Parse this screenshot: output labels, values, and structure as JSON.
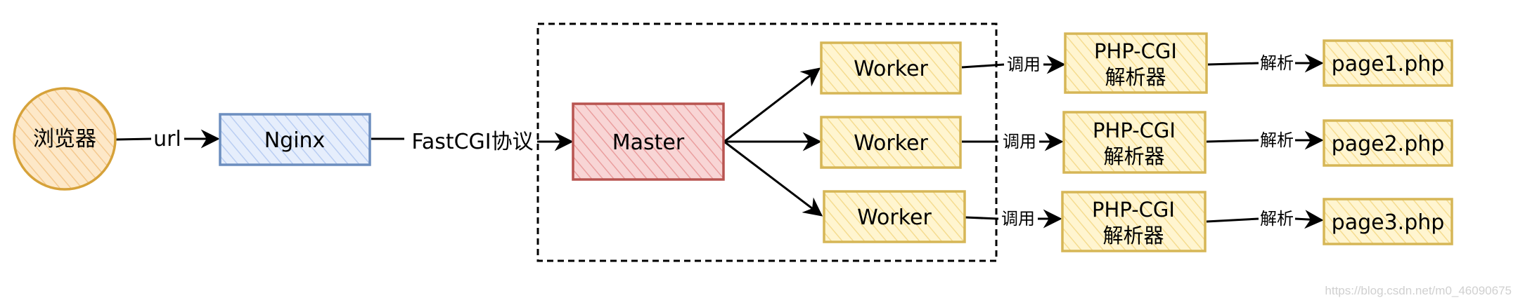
{
  "diagram": {
    "browser": "浏览器",
    "nginx": "Nginx",
    "master": "Master",
    "workers": [
      "Worker",
      "Worker",
      "Worker"
    ],
    "parsers": [
      {
        "line1": "PHP-CGI",
        "line2": "解析器"
      },
      {
        "line1": "PHP-CGI",
        "line2": "解析器"
      },
      {
        "line1": "PHP-CGI",
        "line2": "解析器"
      }
    ],
    "pages": [
      "page1.php",
      "page2.php",
      "page3.php"
    ],
    "edges": {
      "url": "url",
      "fastcgi": "FastCGI协议",
      "invoke": [
        "调用",
        "调用",
        "调用"
      ],
      "parse": [
        "解析",
        "解析",
        "解析"
      ]
    },
    "colors": {
      "browser_fill": "#fde8c8",
      "browser_stroke": "#d6a23a",
      "nginx_fill": "#dbe6fb",
      "nginx_stroke": "#6c8ebf",
      "master_fill": "#f6c9c9",
      "master_stroke": "#b85450",
      "yellow_fill": "#fff2c4",
      "yellow_stroke": "#d6b656"
    }
  },
  "watermark": "https://blog.csdn.net/m0_46090675"
}
